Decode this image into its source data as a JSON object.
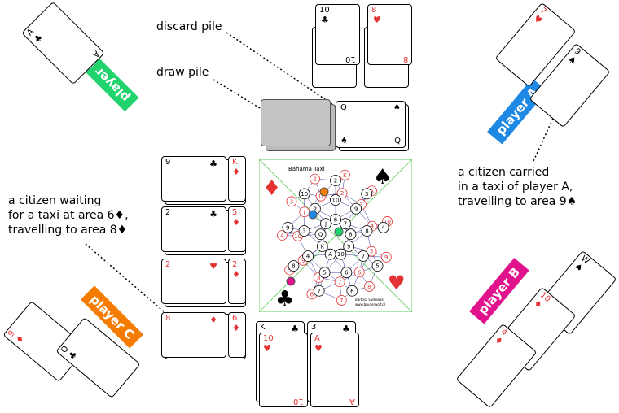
{
  "labels": {
    "discard_pile": "discard pile",
    "draw_pile": "draw pile",
    "citizen_waiting": [
      "a citizen waiting",
      "for a taxi at area 6♦,",
      "travelling to area 8♦"
    ],
    "citizen_carried": [
      "a citizen carried",
      "in a taxi of player A,",
      "travelling to area 9♠"
    ]
  },
  "players": {
    "A": {
      "name": "player A",
      "color": "#1e88e5"
    },
    "B": {
      "name": "player B",
      "color": "#e0138c"
    },
    "C": {
      "name": "player C",
      "color": "#f57c00"
    },
    "D": {
      "name": "player D",
      "color": "#21d36c"
    }
  },
  "board": {
    "title": "Bahama Taxi",
    "credit": [
      "Bartosz Sulkowski",
      "www.bruderwolf.pl"
    ],
    "numbers_black": [
      "6",
      "7",
      "8",
      "9",
      "10",
      "A",
      "K",
      "Q",
      "J",
      "10",
      "9",
      "8",
      "7",
      "6",
      "5",
      "4",
      "3",
      "2",
      "2",
      "3",
      "4",
      "5",
      "6",
      "7",
      "8",
      "9",
      "10"
    ],
    "numbers_red": [
      "2",
      "3",
      "4",
      "5",
      "6",
      "7",
      "8",
      "9",
      "10",
      "J",
      "Q",
      "K",
      "A",
      "10",
      "9",
      "8",
      "7",
      "6",
      "5",
      "4",
      "3",
      "2"
    ]
  },
  "cards": {
    "discard": [
      {
        "rank": "10",
        "suit": "♣",
        "color": "black"
      },
      {
        "rank": "8",
        "suit": "♥",
        "color": "red"
      }
    ],
    "draw_top": {
      "rank": "Q",
      "suit": "♠",
      "color": "black"
    },
    "stacks": [
      {
        "rank": "9",
        "suit": "♣",
        "color": "black"
      },
      {
        "rank": "K",
        "suit": "♦",
        "color": "red"
      },
      {
        "rank": "2",
        "suit": "♣",
        "color": "black"
      },
      {
        "rank": "5",
        "suit": "♦",
        "color": "red"
      },
      {
        "rank": "2",
        "suit": "♥",
        "color": "red"
      },
      {
        "rank": "2",
        "suit": "♦",
        "color": "red"
      },
      {
        "rank": "8",
        "suit": "♦",
        "color": "red"
      },
      {
        "rank": "6",
        "suit": "♦",
        "color": "red"
      }
    ],
    "bottom": [
      {
        "rank": "K",
        "suit": "♣",
        "color": "black"
      },
      {
        "rank": "10",
        "suit": "♥",
        "color": "red"
      },
      {
        "rank": "3",
        "suit": "♣",
        "color": "black"
      },
      {
        "rank": "A",
        "suit": "♥",
        "color": "red"
      }
    ],
    "player_D": [
      {
        "rank": "A",
        "suit": "♣",
        "color": "black"
      }
    ],
    "player_A": [
      {
        "rank": "7",
        "suit": "♥",
        "color": "red"
      },
      {
        "rank": "9",
        "suit": "♠",
        "color": "black"
      }
    ],
    "player_C": [
      {
        "rank": "9",
        "suit": "♦",
        "color": "red"
      },
      {
        "rank": "Q",
        "suit": "♣",
        "color": "black"
      }
    ],
    "player_B": [
      {
        "rank": "W",
        "suit": "♠",
        "color": "black"
      },
      {
        "rank": "10",
        "suit": "♦",
        "color": "red"
      },
      {
        "rank": "4",
        "suit": "♦",
        "color": "red"
      }
    ]
  }
}
